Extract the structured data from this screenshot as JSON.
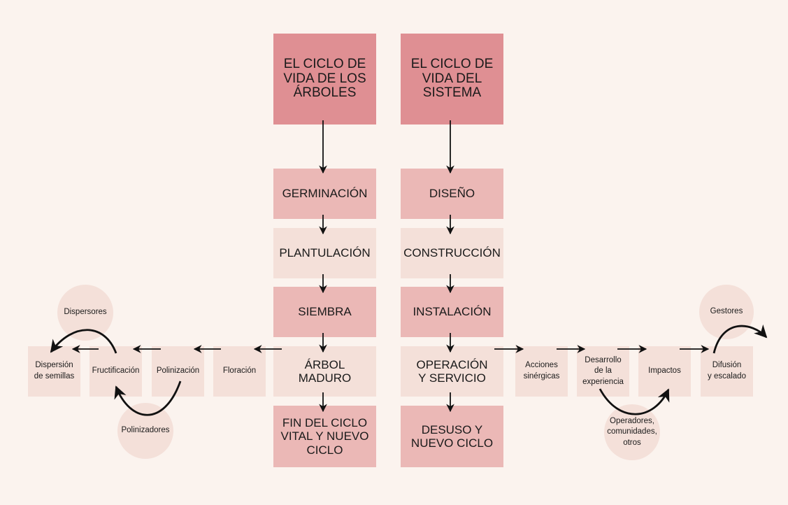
{
  "trees": {
    "title": "EL CICLO DE\nVIDA DE LOS\nÁRBOLES",
    "stages": [
      "GERMINACIÓN",
      "PLANTULACIÓN",
      "SIEMBRA",
      "ÁRBOL\nMADURO",
      "FIN DEL CICLO\nVITAL Y NUEVO\nCICLO"
    ],
    "branch": [
      "Floración",
      "Polinización",
      "Fructificación",
      "Dispersión\nde semillas"
    ],
    "circles": {
      "dispersers": "Dispersores",
      "pollinators": "Polinizadores"
    }
  },
  "system": {
    "title": "EL CICLO DE\nVIDA DEL\nSISTEMA",
    "stages": [
      "DISEÑO",
      "CONSTRUCCIÓN",
      "INSTALACIÓN",
      "OPERACIÓN\nY SERVICIO",
      "DESUSO Y\nNUEVO CICLO"
    ],
    "branch": [
      "Acciones\nsinérgicas",
      "Desarrollo\nde la\nexperiencia",
      "Impactos",
      "Difusión\ny escalado"
    ],
    "circles": {
      "managers": "Gestores",
      "operators": "Operadores,\ncomunidades,\notros"
    }
  },
  "colors": {
    "header": "#df8f93",
    "mid": "#ebb8b6",
    "light": "#f4e0d9",
    "background": "#fbf3ee",
    "arrow": "#111111"
  }
}
